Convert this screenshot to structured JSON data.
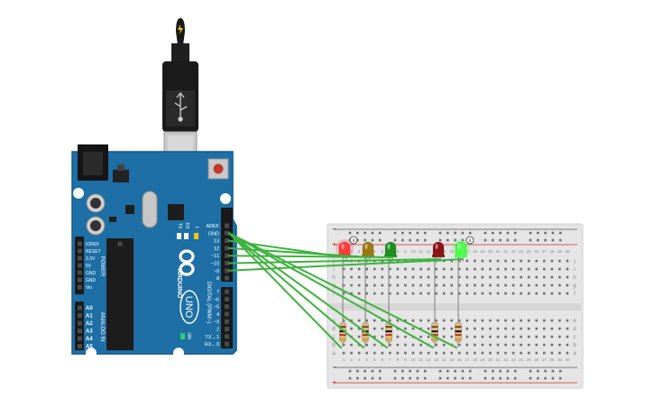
{
  "arduino": {
    "logo_text": "ARDUINO",
    "model": "UNO",
    "digital_label": "DIGITAL (PWM~)",
    "power_label": "POWER",
    "analog_label": "ANALOG IN",
    "on_label": "ON",
    "tx_label": "TX",
    "rx_label": "RX",
    "l_label": "L",
    "digital_pins": [
      "AREF",
      "GND",
      "13",
      "12",
      "~11",
      "~10",
      "~9",
      "8",
      "7",
      "~6",
      "~5",
      "4",
      "~3",
      "2",
      "TX→1",
      "RX←0"
    ],
    "power_pins": [
      "IOREF",
      "RESET",
      "3.3V",
      "5V",
      "GND",
      "GND",
      "Vin"
    ],
    "analog_pins": [
      "A0",
      "A1",
      "A2",
      "A3",
      "A4",
      "A5"
    ]
  },
  "breadboard": {
    "top_row_letters": [
      "j",
      "i",
      "h",
      "g",
      "f"
    ],
    "bottom_row_letters": [
      "e",
      "d",
      "c",
      "b",
      "a"
    ],
    "column_numbers": [
      "1",
      "2",
      "3",
      "4",
      "5",
      "6",
      "7",
      "8",
      "9",
      "10",
      "11",
      "12",
      "13",
      "14",
      "15",
      "16",
      "17",
      "18",
      "19",
      "20",
      "21",
      "22",
      "23",
      "24",
      "25",
      "26",
      "27",
      "28",
      "29",
      "30"
    ],
    "plus_sign": "+",
    "minus_sign": "−"
  },
  "leds": [
    {
      "name": "led-red",
      "color": "#ff3b3b",
      "lit": true
    },
    {
      "name": "led-yellow",
      "color": "#9a7a10",
      "lit": false
    },
    {
      "name": "led-green",
      "color": "#1e8f1e",
      "lit": false
    },
    {
      "name": "led-dark-red",
      "color": "#8b1414",
      "lit": false
    },
    {
      "name": "led-light-green",
      "color": "#4bff4b",
      "lit": true
    }
  ],
  "colors": {
    "board": "#1d6fa5",
    "wire": "#3db33d",
    "breadboard": "#e5e5e5",
    "rail_red": "#d22b2b",
    "rail_dark": "#555555"
  }
}
